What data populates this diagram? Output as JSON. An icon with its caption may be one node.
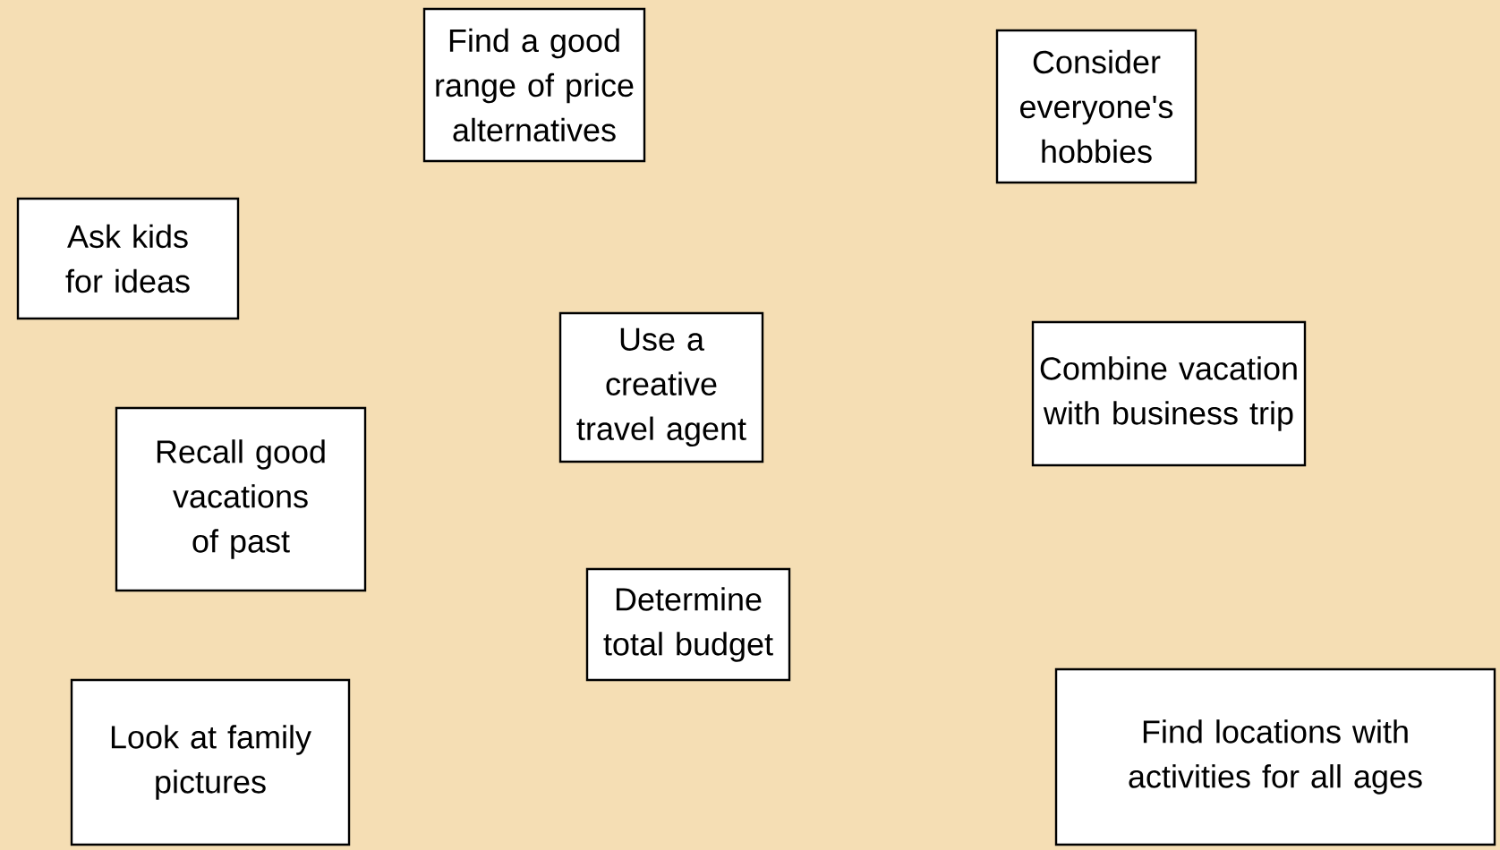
{
  "diagram": {
    "nodes": [
      {
        "text": [
          "Find a good range of price alternatives"
        ]
      },
      {
        "text": [
          "Consider everyone's hobbies"
        ]
      },
      {
        "text": [
          "Ask kids for ideas"
        ]
      },
      {
        "text": [
          "Use a creative travel agent"
        ]
      },
      {
        "text": [
          "Combine vacation with business trip"
        ]
      },
      {
        "text": [
          "Recall good vacations of past"
        ]
      },
      {
        "text": [
          "Determine total budget"
        ]
      },
      {
        "text": [
          "Look at family pictures"
        ]
      },
      {
        "text": [
          "Find locations with activities for all ages"
        ]
      }
    ]
  }
}
